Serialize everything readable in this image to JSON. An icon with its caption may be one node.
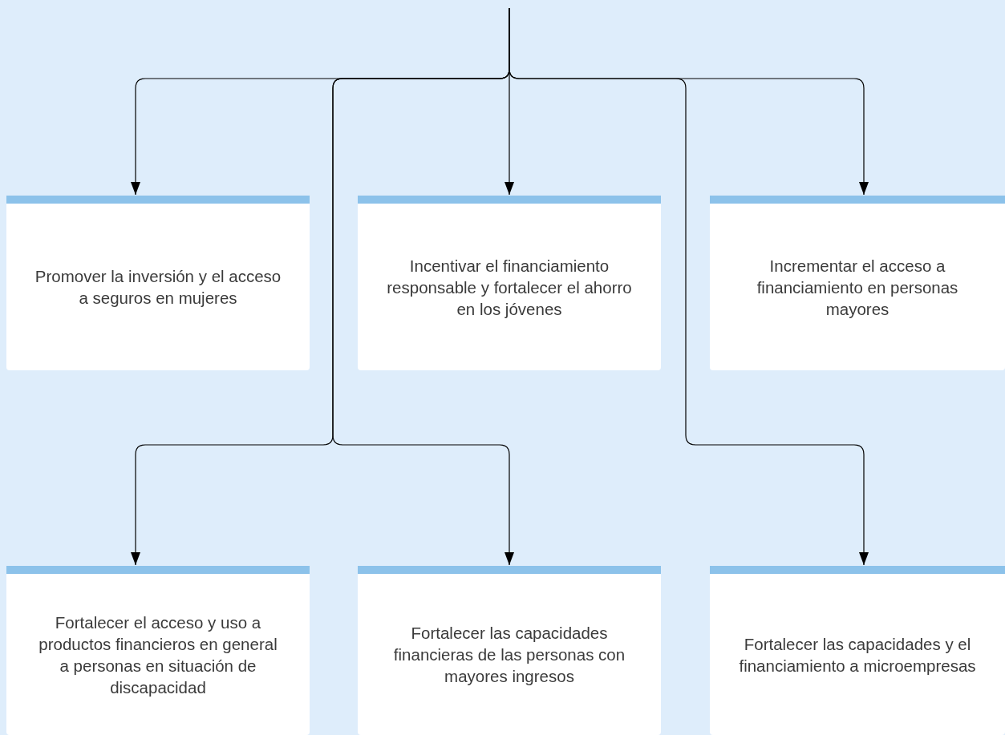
{
  "diagram": {
    "nodes": [
      {
        "text": [
          "Promover la inversión y el acceso a seguros en mujeres"
        ]
      },
      {
        "text": [
          "Incentivar el financiamiento responsable y fortalecer el ahorro en los jóvenes"
        ]
      },
      {
        "text": [
          "Incrementar el acceso a financiamiento en personas mayores"
        ]
      },
      {
        "text": [
          "Fortalecer el acceso y uso a productos financieros en general a personas en situación de discapacidad"
        ]
      },
      {
        "text": [
          "Fortalecer las capacidades financieras de las personas con mayores ingresos"
        ]
      },
      {
        "text": [
          "Fortalecer las capacidades y el financiamiento a microempresas"
        ]
      }
    ],
    "edges": [
      {
        "from": null,
        "to": 0,
        "arrow": "to"
      },
      {
        "from": null,
        "to": 1,
        "arrow": "to"
      },
      {
        "from": null,
        "to": 2,
        "arrow": "to"
      },
      {
        "from": null,
        "to": 3,
        "arrow": "to"
      },
      {
        "from": null,
        "to": 4,
        "arrow": "to"
      },
      {
        "from": null,
        "to": 5,
        "arrow": "to"
      }
    ]
  }
}
